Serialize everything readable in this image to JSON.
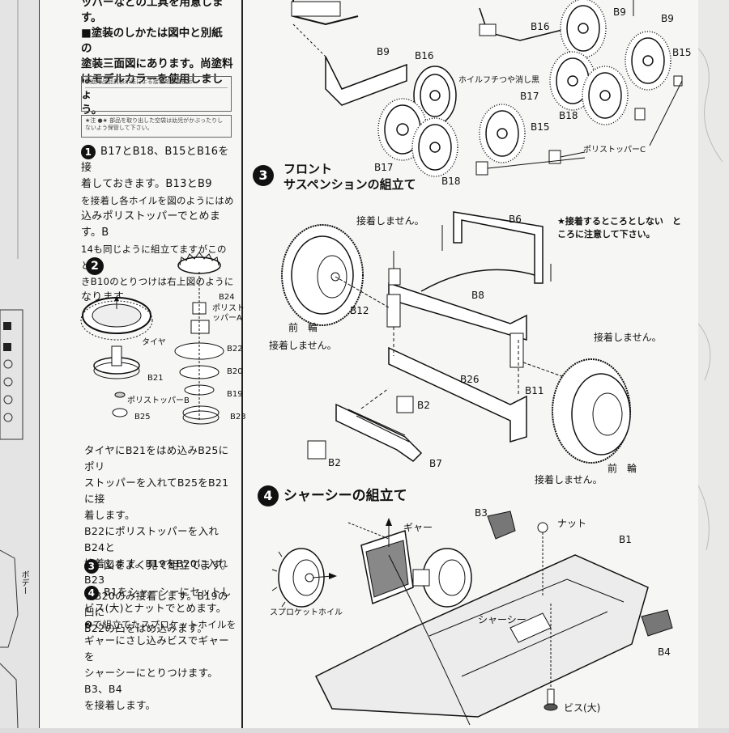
{
  "intro_lines": [
    "ッパーなどの工具を用意します。",
    "■塗装のしかたは図中と別紙の",
    "塗装三面図にあります。尚塗料",
    "はモデルカラーを使用しましょ",
    "う。"
  ],
  "note_box1": "家庭用品品質表示法による接着剤品質表示",
  "note_box2": "★注 ●★ 部品を取り出した空袋は幼児がかぶったりしないよう保管して下さい。",
  "step1": {
    "num": "1",
    "lines": [
      "B17とB18、B15とB16を接",
      "着しておきます。B13とB9",
      "を接着し各ホイルを図のようにはめ",
      "込みポリストッパーでとめます。B",
      "14も同じように組立てますがこのと",
      "きB10のとりつけは右上図のように",
      "なります。"
    ]
  },
  "step2": {
    "num": "2",
    "lines": [
      "タイヤにB21をはめ込みB25にポリ",
      "ストッパーを入れてB25をB21に接",
      "着します。",
      "B22にポリストッパーを入れB24と",
      "接着します。B19をB20に入れB23",
      "とB20のみ接着します。B19の凹に",
      "B22の凸をはめ込みます。"
    ]
  },
  "step3": {
    "num": "3",
    "text": "図をよく見て組立てます。"
  },
  "step4": {
    "num": "4",
    "lines": [
      "B1をシャーシーにセットし",
      "ビス(大)とナットでとめます。",
      "❷で組立てたスプロケットホイルを",
      "ギャーにさし込みビスでギャーを",
      "シャーシーにとりつけます。B3、B4",
      "を接着します。"
    ]
  },
  "fig2_labels": {
    "tire": "タイヤ",
    "b21": "B21",
    "poly_b": "ポリストッパーB",
    "b25": "B25",
    "b24": "B24",
    "poly_a": "ポリストッパーA",
    "b22": "B22",
    "b20": "B20",
    "b19": "B19",
    "b23": "B23"
  },
  "top_labels": {
    "b9a": "B9",
    "b9b": "B9",
    "b9c": "B9",
    "b16a": "B16",
    "b16b": "B16",
    "b15a": "B15",
    "b15b": "B15",
    "b17a": "B17",
    "b17b": "B17",
    "b18a": "B18",
    "b18b": "B18",
    "wheel_note": "ホイルフチつや消し黒",
    "poly_c": "ポリストッパーC"
  },
  "section3": {
    "num": "3",
    "title1": "フロント",
    "title2": "サスペンションの組立て"
  },
  "section3_labels": {
    "no_glue1": "接着しません。",
    "no_glue2": "接着しません。",
    "no_glue3": "接着しません。",
    "no_glue4": "接着しません。",
    "b6": "B6",
    "b8": "B8",
    "b12": "B12",
    "b11": "B11",
    "b26": "B26",
    "b2a": "B2",
    "b2b": "B2",
    "b7": "B7",
    "front1": "前　輪",
    "front2": "前　輪",
    "caution": "★接着するところとしない　ところに注意して下さい。"
  },
  "section4": {
    "num": "4",
    "title": "シャーシーの組立て"
  },
  "section4_labels": {
    "b3": "B3",
    "nut": "ナット",
    "b1": "B1",
    "gear": "ギャー",
    "sprocket": "スプロケットホイル",
    "chassis": "シャーシー",
    "b4": "B4",
    "screw": "ビス(大)"
  },
  "left_edge_label": "ボデー"
}
